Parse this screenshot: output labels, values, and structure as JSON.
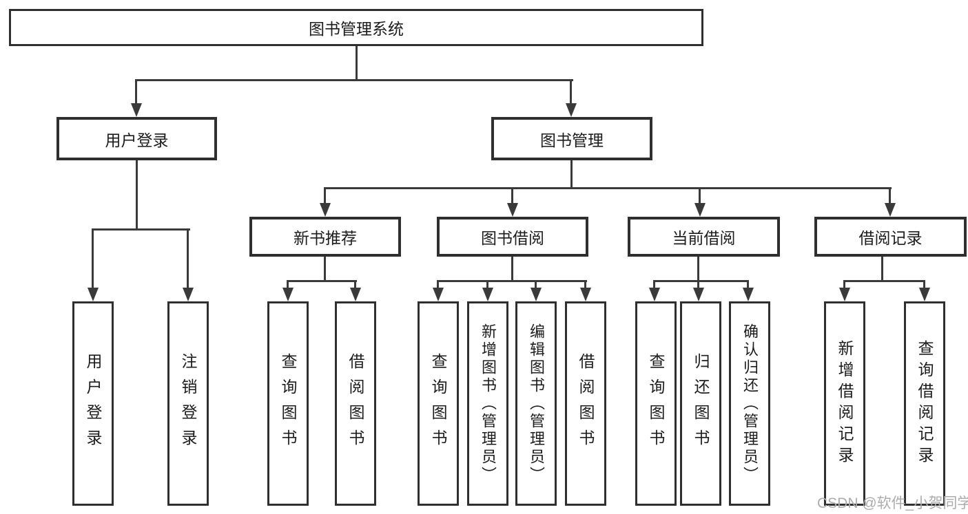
{
  "diagram": {
    "title": "图书管理系统",
    "level2": [
      {
        "label": "用户登录"
      },
      {
        "label": "图书管理"
      }
    ],
    "level3": [
      {
        "label": "新书推荐",
        "parent": "图书管理"
      },
      {
        "label": "图书借阅",
        "parent": "图书管理"
      },
      {
        "label": "当前借阅",
        "parent": "图书管理"
      },
      {
        "label": "借阅记录",
        "parent": "图书管理"
      }
    ],
    "leaves": [
      {
        "label": "用户登录",
        "parent": "用户登录"
      },
      {
        "label": "注销登录",
        "parent": "用户登录"
      },
      {
        "label": "查询图书",
        "parent": "新书推荐"
      },
      {
        "label": "借阅图书",
        "parent": "新书推荐"
      },
      {
        "label": "查询图书",
        "parent": "图书借阅"
      },
      {
        "label": "新增图书（管理员）",
        "parent": "图书借阅"
      },
      {
        "label": "编辑图书（管理员）",
        "parent": "图书借阅"
      },
      {
        "label": "借阅图书",
        "parent": "图书借阅"
      },
      {
        "label": "查询图书",
        "parent": "当前借阅"
      },
      {
        "label": "归还图书",
        "parent": "当前借阅"
      },
      {
        "label": "确认归还（管理员）",
        "parent": "当前借阅"
      },
      {
        "label": "新增借阅记录",
        "parent": "借阅记录"
      },
      {
        "label": "查询借阅记录",
        "parent": "借阅记录"
      }
    ]
  },
  "watermark": {
    "text": "CSDN @软件_小贺同学"
  },
  "colors": {
    "line": "#3a3a3a",
    "box_border": "#2f2f2f",
    "box_background": "#ffffff",
    "text": "#1c1c1c",
    "watermark": "#acacac"
  }
}
